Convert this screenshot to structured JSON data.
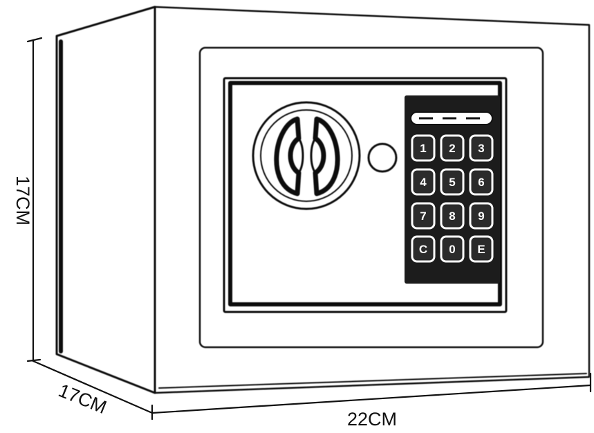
{
  "dimensions": {
    "height": "17CM",
    "depth": "17CM",
    "width": "22CM"
  },
  "keypad": {
    "keys": [
      "1",
      "2",
      "3",
      "4",
      "5",
      "6",
      "7",
      "8",
      "9",
      "C",
      "0",
      "E"
    ]
  },
  "colors": {
    "line": "#111111",
    "keypad_panel": "#1c1c1c",
    "key_face": "#2b2b2b",
    "key_label": "#ffffff",
    "background": "#ffffff"
  }
}
